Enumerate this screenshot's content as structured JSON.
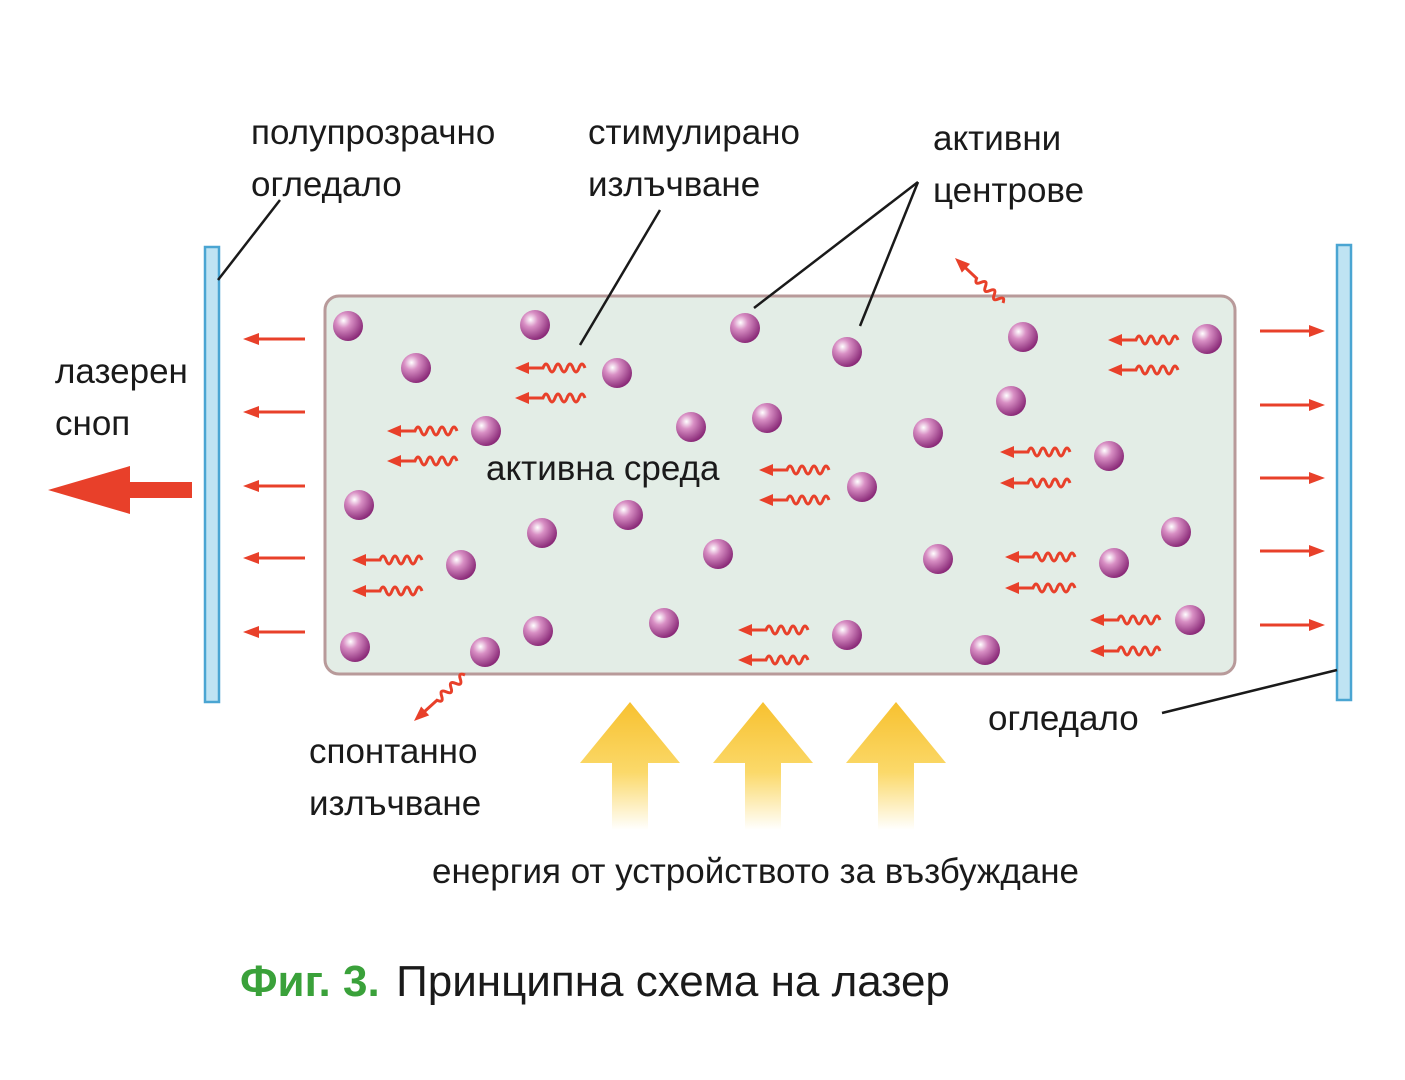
{
  "labels": {
    "semi_mirror": [
      "полупрозрачно",
      "огледало"
    ],
    "stimulated": [
      "стимулирано",
      "излъчване"
    ],
    "active_centers": [
      "активни",
      "центрове"
    ],
    "laser_beam": [
      "лазерен",
      "сноп"
    ],
    "active_medium": "активна среда",
    "spontaneous": [
      "спонтанно",
      "излъчване"
    ],
    "mirror": "огледало",
    "pump_energy": "енергия от устройството за възбуждане"
  },
  "caption": {
    "number": "Фиг. 3.",
    "text": "Принципна схема на лазер"
  },
  "colors": {
    "medium_fill": "#e3ede6",
    "medium_stroke": "#b89a9a",
    "mirror": "#9fd3ec",
    "mirror_stroke": "#4aa5d2",
    "photon": "#e8402a",
    "atom": "#a8418d",
    "pump": "#f7c52f",
    "caption_accent": "#3aa13a"
  }
}
